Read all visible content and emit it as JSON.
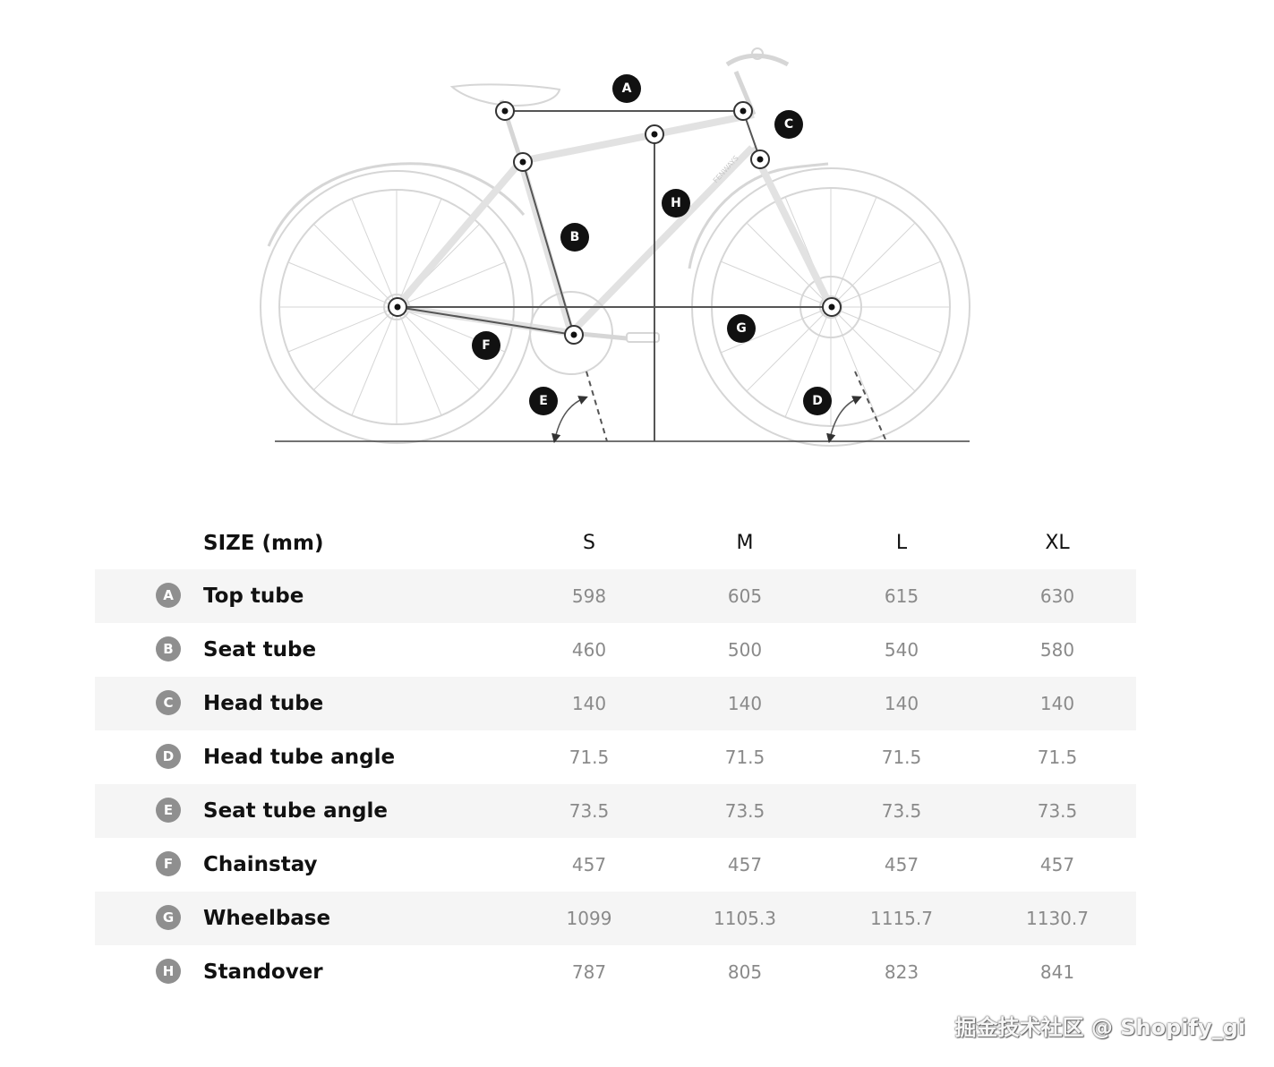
{
  "table": {
    "header": {
      "label": "SIZE (mm)",
      "sizes": [
        "S",
        "M",
        "L",
        "XL"
      ]
    },
    "rows": [
      {
        "letter": "A",
        "label": "Top tube",
        "values": [
          "598",
          "605",
          "615",
          "630"
        ]
      },
      {
        "letter": "B",
        "label": "Seat tube",
        "values": [
          "460",
          "500",
          "540",
          "580"
        ]
      },
      {
        "letter": "C",
        "label": "Head tube",
        "values": [
          "140",
          "140",
          "140",
          "140"
        ]
      },
      {
        "letter": "D",
        "label": "Head tube angle",
        "values": [
          "71.5",
          "71.5",
          "71.5",
          "71.5"
        ]
      },
      {
        "letter": "E",
        "label": "Seat tube angle",
        "values": [
          "73.5",
          "73.5",
          "73.5",
          "73.5"
        ]
      },
      {
        "letter": "F",
        "label": "Chainstay",
        "values": [
          "457",
          "457",
          "457",
          "457"
        ]
      },
      {
        "letter": "G",
        "label": "Wheelbase",
        "values": [
          "1099",
          "1105.3",
          "1115.7",
          "1130.7"
        ]
      },
      {
        "letter": "H",
        "label": "Standover",
        "values": [
          "787",
          "805",
          "823",
          "841"
        ]
      }
    ]
  },
  "diagram": {
    "labels": {
      "A": "A",
      "B": "B",
      "C": "C",
      "D": "D",
      "E": "E",
      "F": "F",
      "G": "G",
      "H": "H"
    },
    "frame_brand": "FENWAYS"
  },
  "watermark": "掘金技术社区 @ Shopify_gi",
  "colors": {
    "bike_line": "#d6d6d6",
    "measure_line": "#333333",
    "row_shade": "#f5f5f5",
    "badge": "#8f8f8f",
    "value_text": "#8a8a8a"
  }
}
